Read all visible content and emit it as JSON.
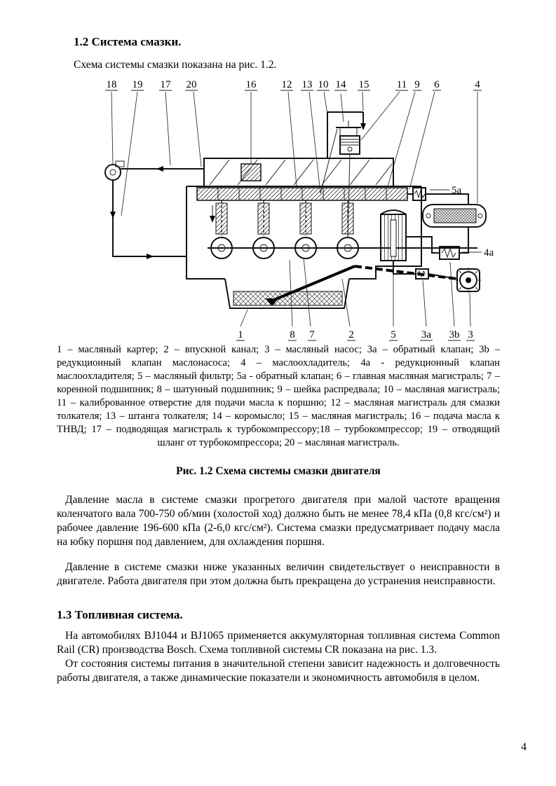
{
  "page": {
    "number": "4"
  },
  "section_lubrication": {
    "heading": "1.2 Система смазки.",
    "intro": "Схема системы смазки показана на рис. 1.2."
  },
  "figure": {
    "caption": "Рис. 1.2 Схема системы смазки двигателя",
    "legend": "1 – масляный картер; 2 – впускной канал; 3 – масляный насос; 3a – обратный клапан; 3b – редукционный клапан маслонасоса; 4 – маслоохладитель; 4a - редукционный клапан маслоохладителя; 5 – масляный фильтр; 5a - обратный клапан; 6 – главная масляная магистраль; 7 – коренной подшипник; 8 – шатунный подшипник; 9 – шейка распредвала; 10 – масляная магистраль; 11 – калиброванное отверстие для подачи масла к поршню; 12 – масляная магистраль для смазки толкателя; 13 – штанга толкателя; 14 – коромысло; 15 – масляная магистраль; 16 – подача масла к  ТНВД;  17 – подводящая магистраль к турбокомпрессору;18 – турбокомпрессор; 19 – отводящий шланг от турбокомпрессора; 20 – масляная магистраль.",
    "callouts_top": [
      "18",
      "19",
      "17",
      "20",
      "16",
      "12",
      "13",
      "10",
      "14",
      "15",
      "11",
      "9",
      "6",
      "4"
    ],
    "callouts_bottom": [
      "1",
      "8",
      "7",
      "2",
      "5",
      "3a",
      "3b",
      "3"
    ],
    "callouts_right": [
      "5a",
      "4a"
    ]
  },
  "paragraphs": {
    "pressure_1": "Давление масла в системе смазки прогретого двигателя при малой частоте вращения коленчатого вала 700-750 об/мин (холостой ход) должно быть не менее 78,4 кПа (0,8 кгс/см²) и рабочее давление 196-600 кПа (2-6,0 кгс/см²). Система смазки предусматривает подачу масла на юбку поршня под давлением, для охлаждения поршня.",
    "pressure_2": "Давление в системе смазки ниже указанных величин свидетельствует о неисправности в двигателе. Работа двигателя при этом должна быть прекращена до устранения неисправности."
  },
  "section_fuel": {
    "heading": "1.3 Топливная система.",
    "para_1": "На автомобилях BJ1044 и BJ1065 применяется аккумуляторная топливная система Common Rail (CR) производства Bosch. Схема топливной системы CR показана на рис. 1.3.",
    "para_2": "От состояния системы питания в значительной степени зависит надежность и долговечность работы двигателя, а также динамические показатели и экономичность автомобиля в целом."
  }
}
